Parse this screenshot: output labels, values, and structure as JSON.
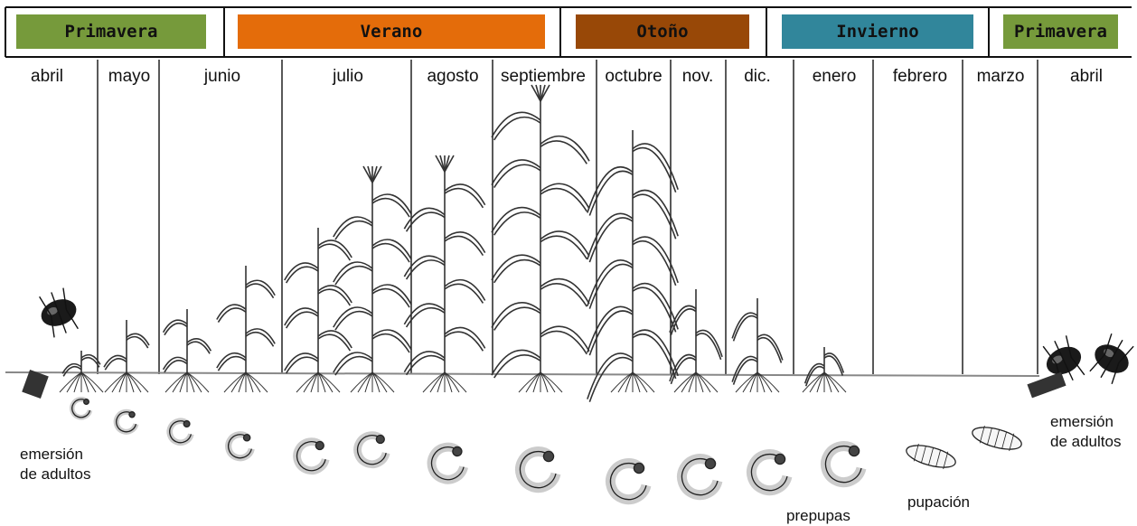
{
  "seasons": [
    {
      "key": "primavera1",
      "label": "Primavera",
      "color": "#769A3B"
    },
    {
      "key": "verano",
      "label": "Verano",
      "color": "#E46C0A"
    },
    {
      "key": "otono",
      "label": "Otoño",
      "color": "#984807"
    },
    {
      "key": "invierno",
      "label": "Invierno",
      "color": "#31869B"
    },
    {
      "key": "primavera2",
      "label": "Primavera",
      "color": "#769A3B"
    }
  ],
  "months": [
    "abril",
    "mayo",
    "junio",
    "julio",
    "agosto",
    "septiembre",
    "octubre",
    "nov.",
    "dic.",
    "enero",
    "febrero",
    "marzo",
    "abril"
  ],
  "annotations": {
    "emergence_start_line1": "emersión",
    "emergence_start_line2": "de adultos",
    "prepupas": "prepupas",
    "pupacion": "pupación",
    "emergence_end_line1": "emersión",
    "emergence_end_line2": "de adultos"
  }
}
